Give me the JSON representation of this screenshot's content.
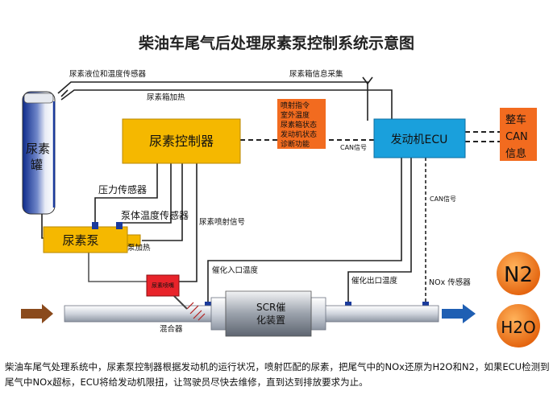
{
  "title": "柴油车尾气后处理尿素泵控制系统示意图",
  "components": {
    "urea_tank": "尿素\n罐",
    "urea_controller": "尿素控制器",
    "urea_pump": "尿素泵",
    "engine_ecu": "发动机ECU",
    "urea_nozzle": "尿素喷嘴",
    "scr_device": "SCR催\n化装置",
    "mixer": "混合器"
  },
  "labels": {
    "level_temp_sensor": "尿素液位和温度传感器",
    "tank_info_collect": "尿素箱信息采集",
    "tank_heating": "尿素箱加热",
    "pressure_sensor": "压力传感器",
    "pump_temp_sensor": "泵体温度传感器",
    "pump_heating": "泵加热",
    "injection_signal": "尿素喷射信号",
    "catalyst_inlet_temp": "催化入口温度",
    "catalyst_outlet_temp": "催化出口温度",
    "nox_sensor": "NOx 传感器",
    "can_signal_1": "CAN信号",
    "can_signal_2": "CAN信号"
  },
  "info_box": [
    "喷射指令",
    "室外温度",
    "尿素箱状态",
    "发动机状态",
    "诊断功能"
  ],
  "vehicle_can": "整车\nCAN\n信息",
  "products": {
    "n2": "N2",
    "h2o": "H2O"
  },
  "caption": "柴油车尾气处理系统中，尿素泵控制器根据发动机的运行状况，喷射匹配的尿素，把尾气中的NOx还原为H2O和N2，如果ECU检测到尾气中NOx超标，ECU将给发动机限扭，让驾驶员尽快去维修，直到达到排放要求为止。",
  "colors": {
    "controller_fill": "#f5b800",
    "ecu_fill": "#1aa0dc",
    "info_fill": "#f26b1f",
    "can_text": "#0a8f3c",
    "nozzle_fill": "#e8232a",
    "product_fill": "#f07a1a",
    "wire": "#222222",
    "sensor": "#1a3a9c"
  }
}
